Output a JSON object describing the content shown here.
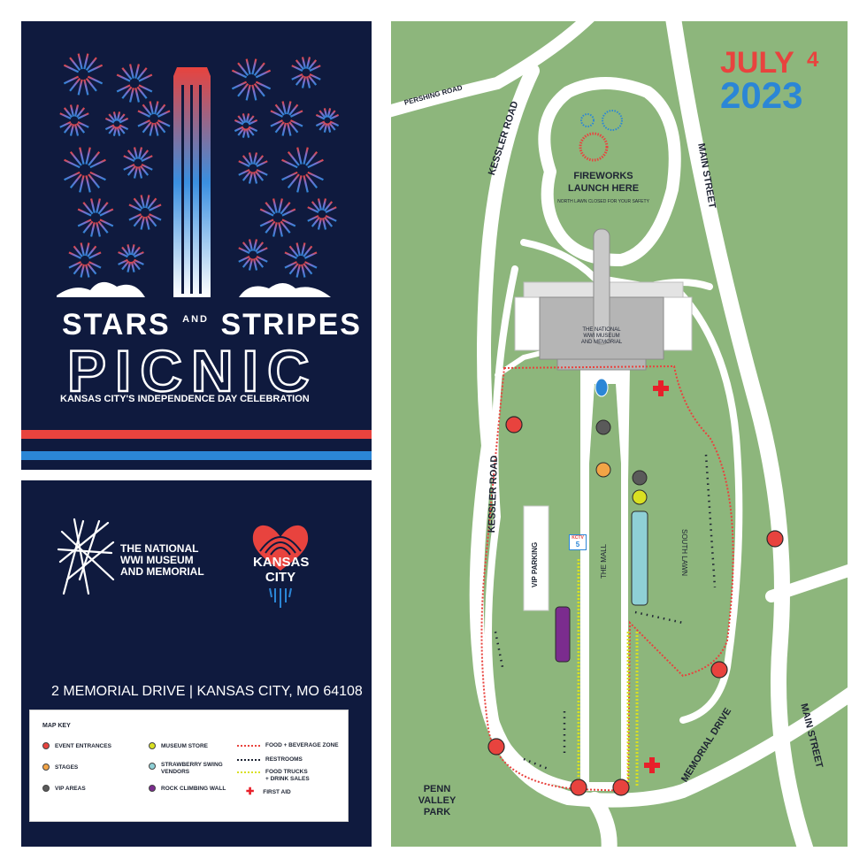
{
  "poster": {
    "title_line1_a": "STARS",
    "title_line1_and": "AND",
    "title_line1_b": "STRIPES",
    "title_line2": "PICNIC",
    "subtitle": "KANSAS CITY'S INDEPENDENCE DAY CELEBRATION"
  },
  "info": {
    "museum_logo": "THE NATIONAL WWI MUSEUM AND MEMORIAL",
    "museum_line1": "THE NATIONAL",
    "museum_line2": "WWI MUSEUM",
    "museum_line3": "AND MEMORIAL",
    "kc_line1": "KANSAS",
    "kc_line2": "CITY",
    "address": "2 MEMORIAL DRIVE | KANSAS CITY, MO 64108"
  },
  "map_key": {
    "title": "MAP KEY",
    "items": [
      {
        "label": "EVENT ENTRANCES",
        "icon": "red-circle",
        "color": "#e8433e"
      },
      {
        "label": "STAGES",
        "icon": "orange-circle",
        "color": "#f2a446"
      },
      {
        "label": "VIP AREAS",
        "icon": "gray-circle",
        "color": "#5a5a5a"
      },
      {
        "label": "MUSEUM STORE",
        "icon": "yellow-circle",
        "color": "#d9e021"
      },
      {
        "label": "STRAWBERRY SWING",
        "label2": "VENDORS",
        "icon": "teal-circle",
        "color": "#8fd0d6"
      },
      {
        "label": "ROCK CLIMBING WALL",
        "icon": "purple-circle",
        "color": "#7b2c8e"
      },
      {
        "label": "FOOD + BEVERAGE ZONE",
        "icon": "red-dotted-line",
        "color": "#e8433e"
      },
      {
        "label": "RESTROOMS",
        "icon": "black-dotted-line",
        "color": "#1e2433"
      },
      {
        "label": "FOOD TRUCKS",
        "label2": "+ DRINK SALES",
        "icon": "yellow-dotted-line",
        "color": "#d9e021"
      },
      {
        "label": "FIRST AID",
        "icon": "red-cross-icon",
        "color": "#e8202a"
      }
    ]
  },
  "map": {
    "date_month": "JULY",
    "date_day": "4",
    "date_year": "2023",
    "fireworks_line1": "FIREWORKS",
    "fireworks_line2": "LAUNCH HERE",
    "fireworks_note": "NORTH LAWN CLOSED FOR YOUR SAFETY",
    "museum_line1": "THE NATIONAL",
    "museum_line2": "WWI MUSEUM",
    "museum_line3": "AND MEMORIAL",
    "roads": {
      "pershing": "PERSHING ROAD",
      "kessler_top": "KESSLER ROAD",
      "kessler_mid": "KESSLER ROAD",
      "main_top": "MAIN STREET",
      "main_bottom": "MAIN STREET",
      "memorial": "MEMORIAL DRIVE"
    },
    "vip_parking": "VIP PARKING",
    "the_mall": "THE MALL",
    "south_lawn": "SOUTH LAWN",
    "park_line1": "PENN",
    "park_line2": "VALLEY",
    "park_line3": "PARK",
    "kctv": "KCTV",
    "kctv_num": "5"
  },
  "colors": {
    "navy": "#0f1a3e",
    "red": "#e8433e",
    "blue": "#2b86d6",
    "grass": "#8db67c",
    "road": "#ffffff"
  }
}
